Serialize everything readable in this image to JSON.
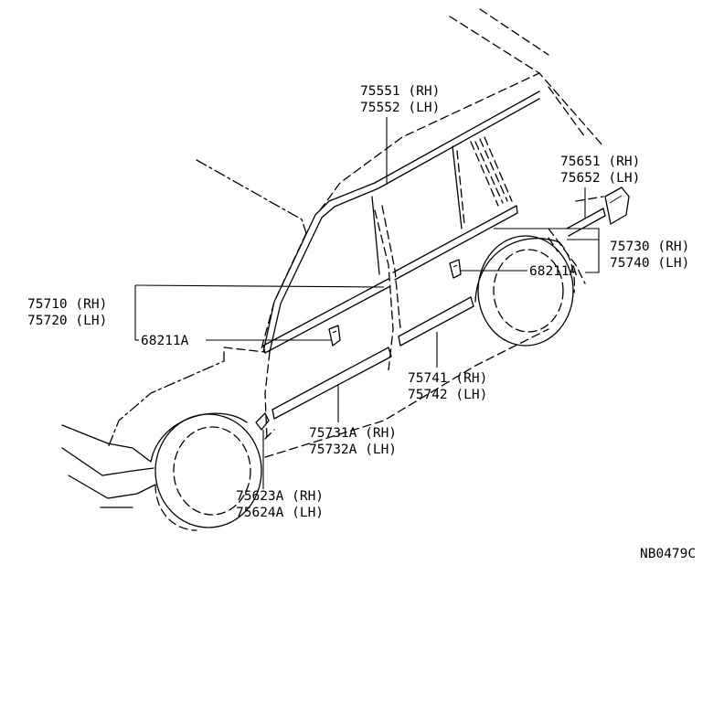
{
  "callouts": {
    "c75551": "75551 (RH)",
    "c75552": "75552 (LH)",
    "c75651": "75651 (RH)",
    "c75652": "75652 (LH)",
    "c75730": "75730 (RH)",
    "c75740": "75740 (LH)",
    "c68211a_right": "68211A",
    "c75710": "75710 (RH)",
    "c75720": "75720 (LH)",
    "c68211a_left": "68211A",
    "c75741": "75741 (RH)",
    "c75742": "75742 (LH)",
    "c75731a": "75731A (RH)",
    "c75732a": "75732A (LH)",
    "c75623a": "75623A (RH)",
    "c75624a": "75624A (LH)"
  },
  "drawing_code": "NB0479C"
}
